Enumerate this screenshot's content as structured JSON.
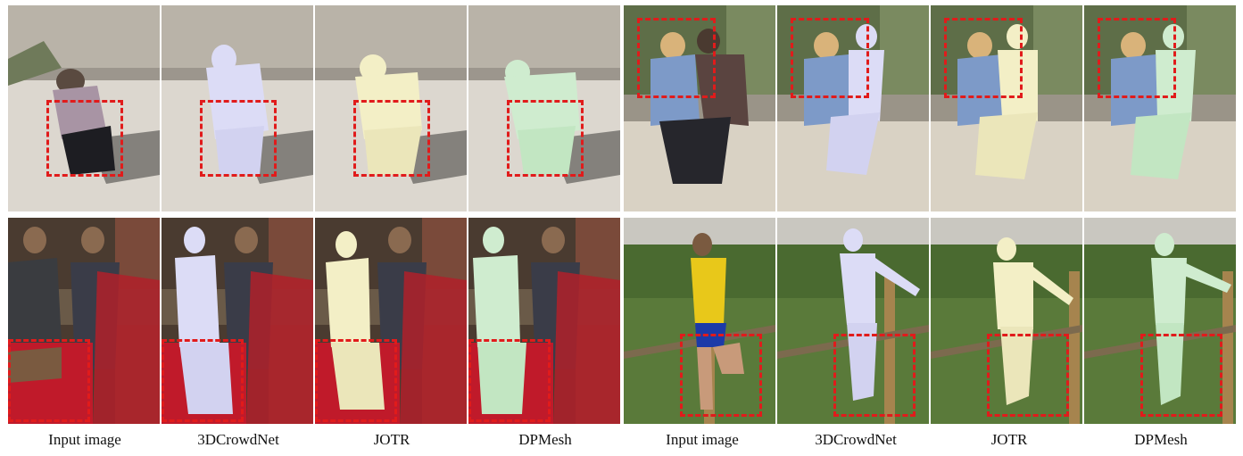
{
  "captions": {
    "left": [
      "Input image",
      "3DCrowdNet",
      "JOTR",
      "DPMesh"
    ],
    "right": [
      "Input image",
      "3DCrowdNet",
      "JOTR",
      "DPMesh"
    ]
  },
  "colors": {
    "highlight_box": "#e11b1b",
    "mesh_3dcrowdnet": "#dcdcf6",
    "mesh_jotr": "#f3efc6",
    "mesh_dpmesh": "#cfeccf"
  }
}
